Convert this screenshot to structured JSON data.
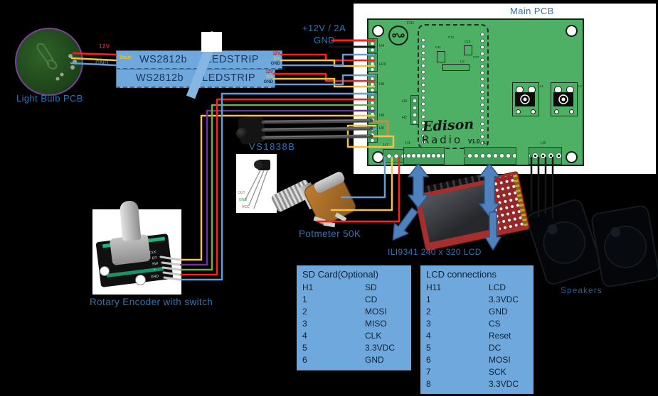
{
  "colors": {
    "background": "#000000",
    "label_blue": "#2e75b6",
    "panel_blue": "#6fa8dc",
    "table_text": "#0c2238",
    "pcb_green": "#4db065",
    "arrow_blue": "#4f81bd",
    "wire_red": "#ff1f1f",
    "wire_yellow": "#f5c242",
    "wire_blue": "#6b9bd2",
    "wire_orange": "#ed7d31",
    "wire_green": "#70ad47",
    "wire_purple": "#7030a0",
    "wire_black": "#141414"
  },
  "labels": {
    "light_bulb_pcb": "Light Bulb PCB",
    "main_pcb": "Main PCB",
    "power_12v": "+12V / 2A",
    "power_gnd": "GND",
    "bulb_wire_12v": "12V",
    "bulb_wire_gnd": "GND",
    "vs1838b": "VS1838B",
    "potmeter": "Potmeter 50K",
    "lcd_module": "ILI9341 240 x 320 LCD",
    "rotary_encoder": "Rotary Encoder with switch",
    "speakers": "Speakers"
  },
  "led_strip": {
    "name": "WS2812b",
    "type": "LEDSTRIP",
    "pin_dout": "Dout",
    "pin_12v": "12V",
    "pin_din": "Din",
    "pin_gnd": "GND"
  },
  "pcb": {
    "silkscreen_brand": "Edison",
    "silkscreen_line2": "Radio",
    "silkscreen_version": "V1.0",
    "refs": {
      "fh1": "FH1",
      "u4": "U4",
      "h10": "H10",
      "h9": "H9",
      "h8": "H8",
      "h6": "H6",
      "h7": "H7",
      "h1": "H1",
      "h11": "H11",
      "u2": "U2",
      "h4": "H4",
      "h2": "H2",
      "l1": "L1",
      "l2": "L2",
      "c11": "C11",
      "c12": "C12",
      "c10": "C10",
      "u3": "U3",
      "c17": "C17"
    }
  },
  "encoder": {
    "pins": [
      "CLK",
      "DT",
      "SW",
      "+",
      "GND"
    ]
  },
  "ir_photo": {
    "pins": [
      "OUT",
      "GND",
      "VCC"
    ]
  },
  "tables": {
    "sd": {
      "title": "SD Card(Optional)",
      "rows": [
        [
          "H1",
          "SD"
        ],
        [
          "1",
          "CD"
        ],
        [
          "2",
          "MOSI"
        ],
        [
          "3",
          "MISO"
        ],
        [
          "4",
          "CLK"
        ],
        [
          "5",
          "3.3VDC"
        ],
        [
          "6",
          "GND"
        ]
      ]
    },
    "lcd": {
      "title": "LCD connections",
      "rows": [
        [
          "H11",
          "LCD"
        ],
        [
          "1",
          "3.3VDC"
        ],
        [
          "2",
          "GND"
        ],
        [
          "3",
          "CS"
        ],
        [
          "4",
          "Reset"
        ],
        [
          "5",
          "DC"
        ],
        [
          "6",
          "MOSI"
        ],
        [
          "7",
          "SCK"
        ],
        [
          "8",
          "3.3VDC"
        ]
      ]
    }
  }
}
